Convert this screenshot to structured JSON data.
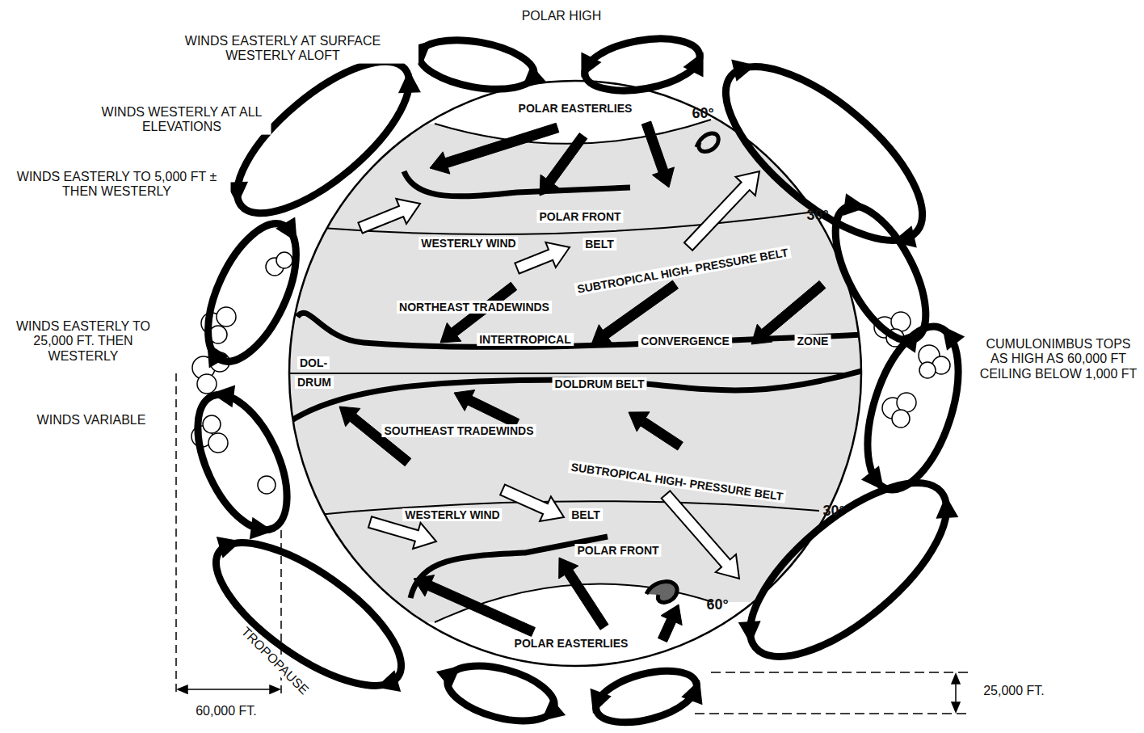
{
  "diagram": {
    "labels": [
      "POLAR HIGH",
      "WINDS EASTERLY AT SURFACE WESTERLY ALOFT",
      "WINDS WESTERLY AT ALL ELEVATIONS",
      "WINDS EASTERLY TO 5,000 FT ± THEN WESTERLY",
      "POLAR EASTERLIES",
      "60°",
      "POLAR FRONT",
      "30°",
      "WESTERLY WIND",
      "BELT",
      "SUBTROPICAL HIGH- PRESSURE BELT",
      "NORTHEAST TRADEWINDS",
      "WINDS EASTERLY TO 25,000 FT. THEN WESTERLY",
      "INTERTROPICAL",
      "CONVERGENCE",
      "ZONE",
      "CUMULONIMBUS TOPS AS HIGH AS 60,000 FT CEILING BELOW 1,000 FT",
      "DOL-",
      "DRUM",
      "DOLDRUM BELT",
      "WINDS VARIABLE",
      "SOUTHEAST TRADEWINDS",
      "SUBTROPICAL HIGH- PRESSURE BELT",
      "30°",
      "WESTERLY WIND",
      "BELT",
      "POLAR FRONT",
      "60°",
      "POLAR EASTERLIES",
      "TROPOPAUSE",
      "60,000 FT.",
      "25,000 FT."
    ]
  }
}
